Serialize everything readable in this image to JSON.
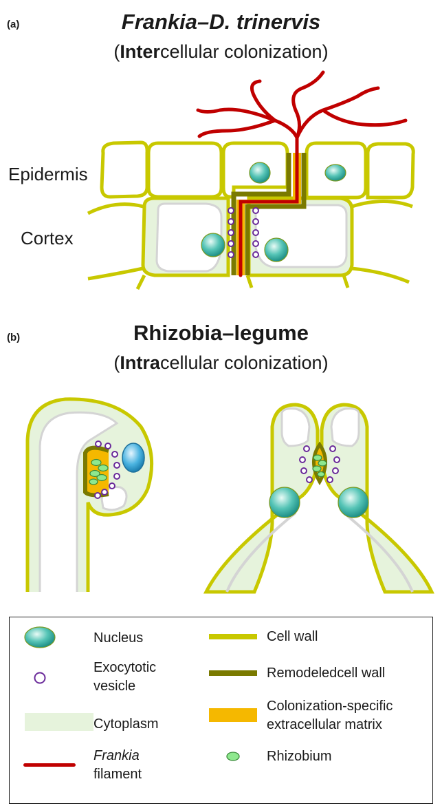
{
  "panel_a": {
    "letter": "(a)",
    "title": "Frankia–D. trinervis",
    "subtitle_bold": "Inter",
    "subtitle_rest": "cellular colonization)",
    "subtitle_open": "(",
    "label_epidermis": "Epidermis",
    "label_cortex": "Cortex"
  },
  "panel_b": {
    "letter": "(b)",
    "title": "Rhizobia–legume",
    "subtitle_bold": "Intra",
    "subtitle_rest": "cellular colonization)",
    "subtitle_open": "("
  },
  "legend": {
    "items": [
      {
        "icon": "nucleus-icon",
        "label": "Nucleus"
      },
      {
        "icon": "exocytotic-vesicle-icon",
        "label_line1": "Exocytotic",
        "label_line2": "vesicle"
      },
      {
        "icon": "cytoplasm-swatch",
        "label": "Cytoplasm"
      },
      {
        "icon": "frankia-filament-icon",
        "label_line1": "Frankia",
        "label_line2": "filament"
      },
      {
        "icon": "cell-wall-swatch",
        "label": "Cell wall"
      },
      {
        "icon": "remodeled-cell-wall-swatch",
        "label": "Remodeledcell wall"
      },
      {
        "icon": "matrix-swatch",
        "label_line1": "Colonization-specific",
        "label_line2": "extracellular matrix"
      },
      {
        "icon": "rhizobium-icon",
        "label": "Rhizobium"
      }
    ]
  },
  "colors": {
    "cell_wall": "#c8c800",
    "remodeled_wall": "#7a7a00",
    "cytoplasm": "#e6f3dc",
    "matrix": "#f5b800",
    "frankia": "#c00000",
    "nucleus": "#3fb6a8",
    "vesicle": "#6a2a9a",
    "rhizobium": "#8ee88e"
  }
}
